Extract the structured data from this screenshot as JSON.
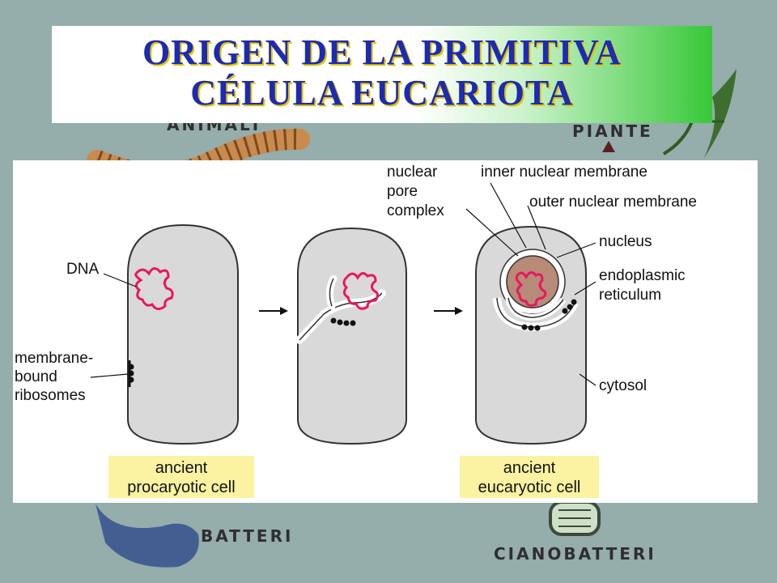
{
  "title": {
    "line1": "ORIGEN DE LA PRIMITIVA",
    "line2": "CÉLULA EUCARIOTA"
  },
  "background_labels": {
    "animali": "ANIMALI",
    "piante": "PIANTE",
    "batteri": "BATTERI",
    "cianobatteri": "CIANOBATTERI"
  },
  "diagram": {
    "labels": {
      "dna": "DNA",
      "membrane_bound_ribosomes": [
        "membrane-",
        "bound",
        "ribosomes"
      ],
      "nuclear_pore_complex": [
        "nuclear",
        "pore",
        "complex"
      ],
      "inner_nuclear_membrane": "inner nuclear membrane",
      "outer_nuclear_membrane": "outer nuclear membrane",
      "nucleus": "nucleus",
      "endoplasmic_reticulum": [
        "endoplasmic",
        "reticulum"
      ],
      "cytosol": "cytosol"
    },
    "captions": {
      "left": [
        "ancient",
        "procaryotic cell"
      ],
      "right": [
        "ancient",
        "eucaryotic cell"
      ]
    }
  },
  "colors": {
    "title_text": "#1c2ab4",
    "title_shadow": "#e5c600",
    "background": "#95adab",
    "cell_fill": "#d9d9d9",
    "dna": "#e8175d",
    "nucleus_fill": "#b88a78",
    "caption_fill": "#fbf2a2"
  }
}
